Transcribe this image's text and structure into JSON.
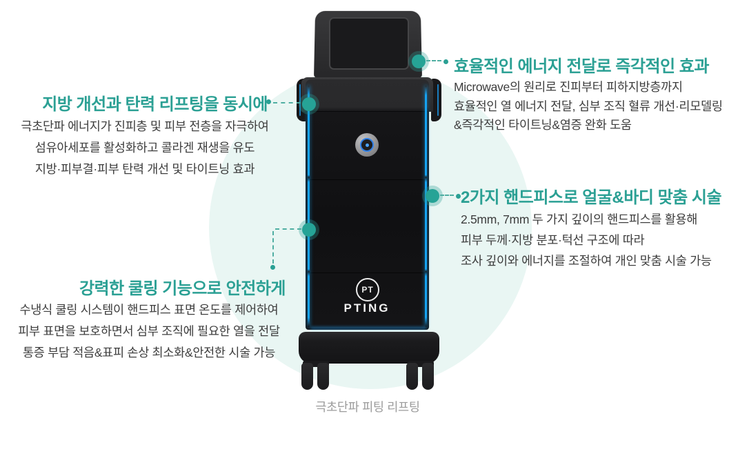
{
  "colors": {
    "accent_teal": "#2ba094",
    "accent_light_bg": "#e9f6f3",
    "led_blue": "#16a3f2",
    "body_text": "#3d3d3d",
    "caption_gray": "#9b9b9b"
  },
  "device": {
    "brand": "PTING",
    "monogram": "PT",
    "caption": "극초단파 피팅 리프팅"
  },
  "features": {
    "fat_lifting": {
      "title": "지방 개선과 탄력 리프팅을 동시에",
      "lines": [
        "극초단파 에너지가 진피층 및 피부 전층을 자극하여",
        "섬유아세포를 활성화하고 콜라겐 재생을 유도",
        "지방·피부결·피부 탄력 개선 및 타이트닝 효과"
      ]
    },
    "cooling": {
      "title": "강력한 쿨링 기능으로 안전하게",
      "lines": [
        "수냉식 쿨링 시스템이 핸드피스 표면 온도를 제어하여",
        "피부 표면을 보호하면서 심부 조직에 필요한 열을 전달",
        "통증 부담 적음&표피 손상 최소화&안전한 시술 가능"
      ]
    },
    "energy": {
      "title": "효율적인 에너지 전달로 즉각적인 효과",
      "lines": [
        "Microwave의 원리로 진피부터 피하지방층까지",
        "효율적인 열 에너지 전달, 심부 조직 혈류 개선·리모델링",
        "&즉각적인 타이트닝&염증 완화 도움"
      ]
    },
    "handpieces": {
      "title": "2가지 핸드피스로 얼굴&바디 맞춤 시술",
      "lines": [
        "2.5mm, 7mm 두 가지 깊이의 핸드피스를 활용해",
        "피부 두께·지방 분포·턱선 구조에 따라",
        "조사 깊이와 에너지를 조절하여 개인 맞춤 시술 가능"
      ]
    }
  }
}
